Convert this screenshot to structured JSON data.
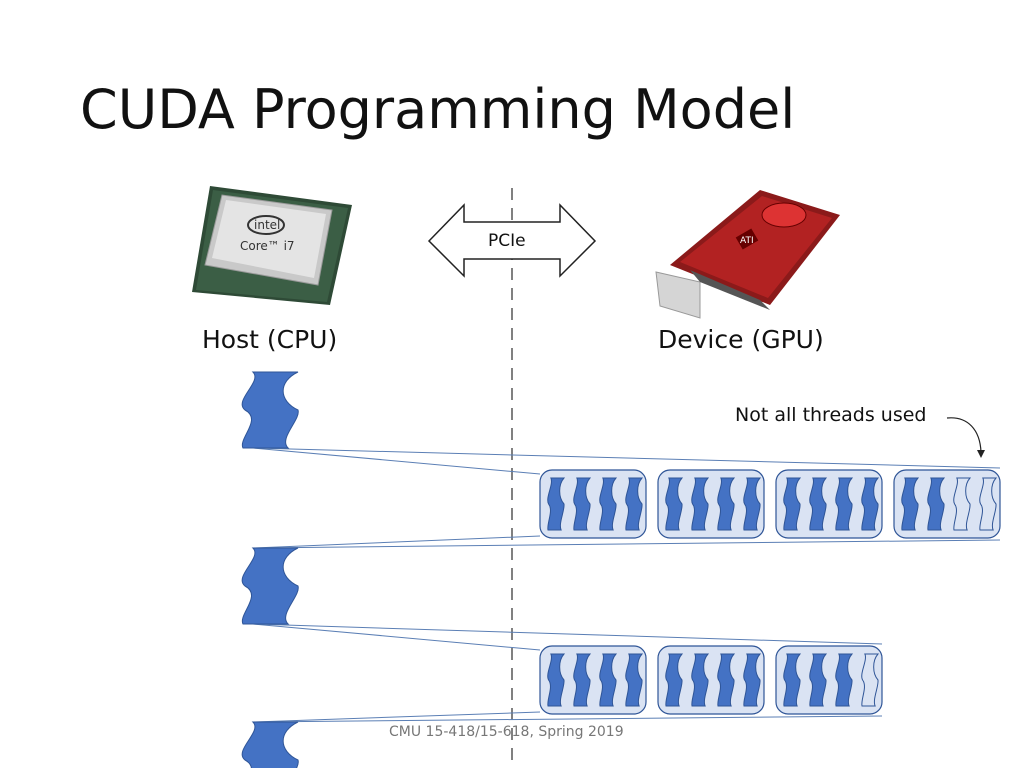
{
  "slide": {
    "title": "CUDA Programming Model",
    "footer": "CMU 15-418/15-618, Spring 2019"
  },
  "host": {
    "label": "Host (CPU)",
    "image": "cpu-chip-image",
    "chip_brand": "intel",
    "chip_model": "Core™ i7"
  },
  "device": {
    "label": "Device (GPU)",
    "image": "gpu-card-image",
    "card_brand": "ATI"
  },
  "interconnect": {
    "label": "PCIe",
    "icon": "double-arrow-icon"
  },
  "annotation": {
    "text": "Not all threads used"
  },
  "colors": {
    "thread_fill": "#4472c4",
    "thread_stroke": "#2f5597",
    "block_fill": "#dae3f3",
    "block_stroke": "#2f5597",
    "link_line": "#5b7fb5",
    "divider": "#808080"
  },
  "kernels": [
    {
      "blocks": [
        {
          "active_threads": 4,
          "total_threads": 4
        },
        {
          "active_threads": 4,
          "total_threads": 4
        },
        {
          "active_threads": 4,
          "total_threads": 4
        },
        {
          "active_threads": 2,
          "total_threads": 4
        }
      ]
    },
    {
      "blocks": [
        {
          "active_threads": 4,
          "total_threads": 4
        },
        {
          "active_threads": 4,
          "total_threads": 4
        },
        {
          "active_threads": 3,
          "total_threads": 4
        }
      ]
    }
  ],
  "host_threads": 3
}
